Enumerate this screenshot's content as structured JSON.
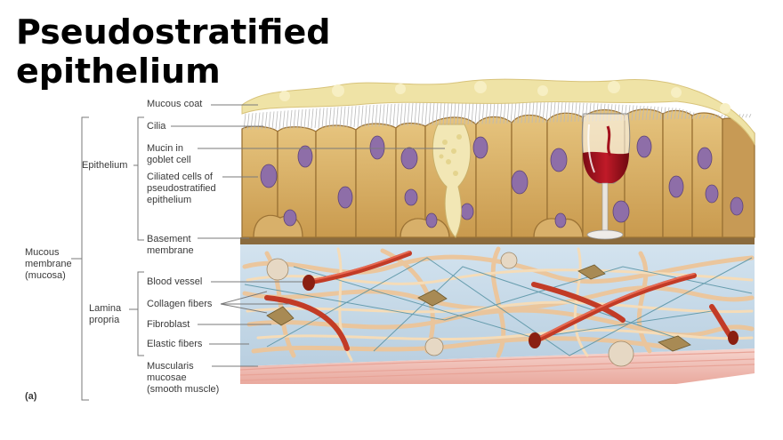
{
  "title": {
    "line1": "Pseudostratified",
    "line2": "epithelium"
  },
  "labels": {
    "mucous_coat": "Mucous coat",
    "cilia": "Cilia",
    "mucin_line1": "Mucin in",
    "mucin_line2": "goblet cell",
    "ciliated_line1": "Ciliated cells of",
    "ciliated_line2": "pseudostratified",
    "ciliated_line3": "epithelium",
    "basement_line1": "Basement",
    "basement_line2": "membrane",
    "blood_vessel": "Blood vessel",
    "collagen_fibers": "Collagen fibers",
    "fibroblast": "Fibroblast",
    "elastic_fibers": "Elastic fibers",
    "muscularis_line1": "Muscularis",
    "muscularis_line2": "mucosae",
    "muscularis_line3": "(smooth muscle)",
    "epithelium": "Epithelium",
    "mucous_membrane_line1": "Mucous",
    "mucous_membrane_line2": "membrane",
    "mucous_membrane_line3": "(mucosa)",
    "lamina_line1": "Lamina",
    "lamina_line2": "propria",
    "panel": "(a)"
  },
  "icons": {
    "overlay": "wine-glass-icon"
  },
  "colors": {
    "mucus": "#efe3a6",
    "cell_body": "#d9b46a",
    "cell_outline": "#9c7335",
    "nucleus": "#8e6ea8",
    "basement": "#8a6b3e",
    "lamina": "#c9dcea",
    "collagen": "#f0c99a",
    "vessel": "#c8412a",
    "muscle": "#f3c4bc",
    "wine": "#a3101c"
  }
}
